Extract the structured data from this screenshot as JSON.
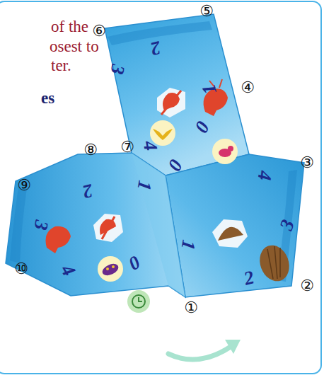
{
  "diagram": {
    "labels": [
      "of the",
      "osest to",
      "ter.",
      "es",
      "①",
      "②",
      "③",
      "④",
      "⑤",
      "⑥",
      "⑦",
      "⑧",
      "⑨",
      "⑩",
      "2",
      "1",
      "3",
      "4",
      "0",
      "0",
      "4",
      "3",
      "2",
      "1",
      "2",
      "1",
      "3",
      "4",
      "0"
    ]
  }
}
